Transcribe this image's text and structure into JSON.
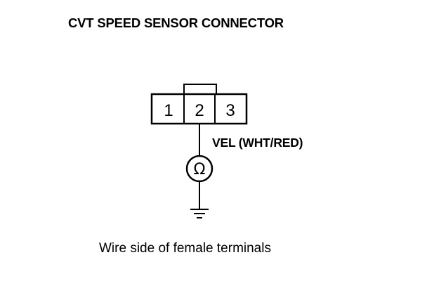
{
  "diagram": {
    "title": "CVT SPEED SENSOR CONNECTOR",
    "connector": {
      "pins": [
        "1",
        "2",
        "3"
      ]
    },
    "wire_label": "VEL (WHT/RED)",
    "meter_symbol": "Ω",
    "caption": "Wire side of female terminals"
  }
}
